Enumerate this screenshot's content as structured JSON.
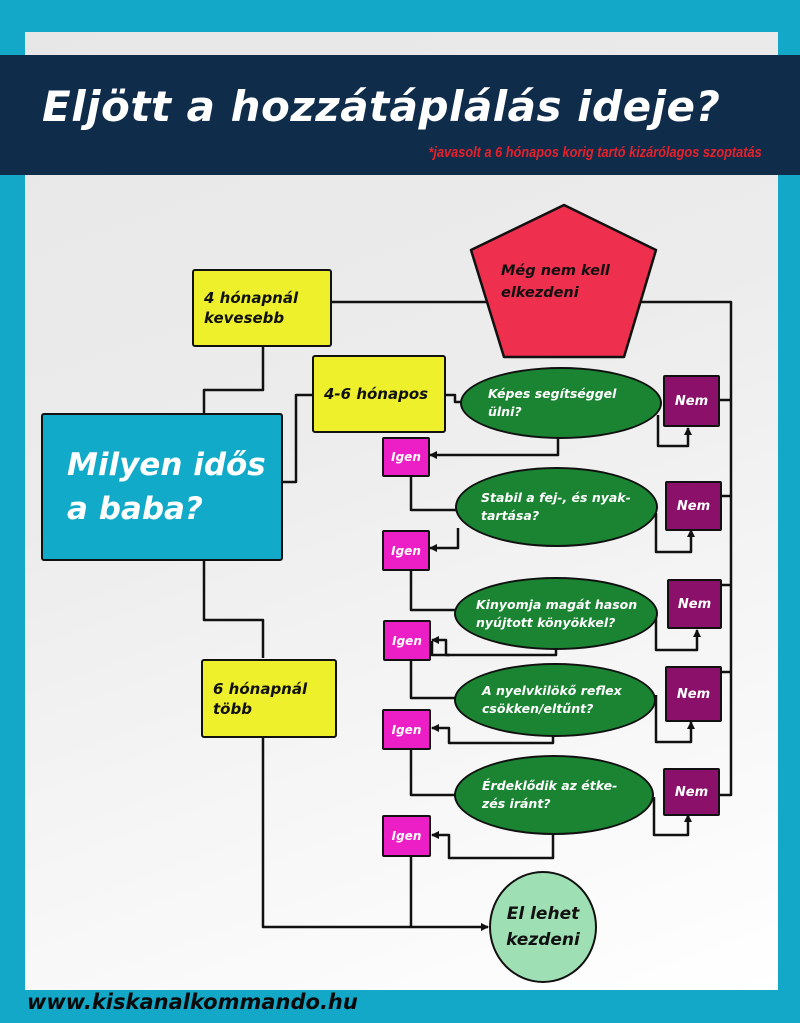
{
  "header": {
    "title": "Eljött a hozzátáplálás ideje?",
    "subtitle": "*javasolt a 6 hónapos korig tartó kizárólagos szoptatás"
  },
  "colors": {
    "frame_blue": "#14a8c8",
    "banner_navy": "#0f2c4b",
    "subtitle_red": "#e8202a",
    "question_box_blue": "#12aac9",
    "age_box_yellow": "#eef02c",
    "stop_pentagon_red": "#ee2f4d",
    "question_oval_green": "#1a8432",
    "yes_box_magenta": "#ec1ec6",
    "no_box_purple": "#8a106a",
    "start_circle_green": "#9fdfb4"
  },
  "flowchart": {
    "root_question": {
      "line1": "Milyen idős",
      "line2": "a baba?"
    },
    "age_groups": [
      {
        "line1": "4 hónapnál",
        "line2": "kevesebb"
      },
      {
        "line1": "4-6 hónapos",
        "line2": ""
      },
      {
        "line1": "6 hónapnál",
        "line2": "több"
      }
    ],
    "stop_node": {
      "line1": "Még nem kell",
      "line2": "elkezdeni"
    },
    "questions": [
      {
        "line1": "Képes segítséggel",
        "line2": "ülni?",
        "yes": "Igen",
        "no": "Nem"
      },
      {
        "line1": "Stabil a fej-, és nyak-",
        "line2": "tartása?",
        "yes": "Igen",
        "no": "Nem"
      },
      {
        "line1": "Kinyomja magát hason",
        "line2": "nyújtott könyökkel?",
        "yes": "Igen",
        "no": "Nem"
      },
      {
        "line1": "A nyelvkilökő reflex",
        "line2": "csökken/eltűnt?",
        "yes": "Igen",
        "no": "Nem"
      },
      {
        "line1": "Érdeklődik az étke-",
        "line2": "zés iránt?",
        "yes": "Igen",
        "no": "Nem"
      }
    ],
    "start_node": {
      "line1": "El lehet",
      "line2": "kezdeni"
    }
  },
  "footer": {
    "url": "www.kiskanalkommando.hu"
  }
}
